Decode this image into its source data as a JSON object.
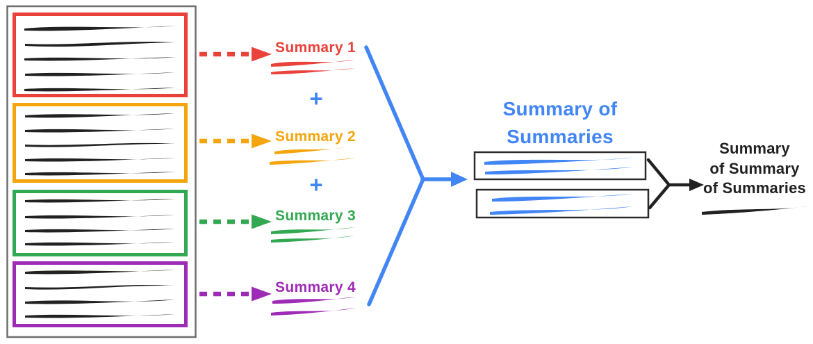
{
  "colors": {
    "red": "#E8423B",
    "yellow": "#F4A50D",
    "green": "#33A852",
    "purple": "#9E2BB5",
    "blue": "#4285F4",
    "ink": "#212121",
    "frame": "#6E6E6E",
    "box_border": "#2B2B2B"
  },
  "source_document": {
    "chunks": [
      {
        "name": "chunk-1",
        "color": "#E8423B",
        "line_count": 5
      },
      {
        "name": "chunk-2",
        "color": "#F4A50D",
        "line_count": 5
      },
      {
        "name": "chunk-3",
        "color": "#33A852",
        "line_count": 4
      },
      {
        "name": "chunk-4",
        "color": "#9E2BB5",
        "line_count": 4
      }
    ]
  },
  "summaries": [
    {
      "label": "Summary 1",
      "color": "#E8423B"
    },
    {
      "label": "Summary 2",
      "color": "#F4A50D"
    },
    {
      "label": "Summary 3",
      "color": "#33A852"
    },
    {
      "label": "Summary 4",
      "color": "#9E2BB5"
    }
  ],
  "operators": {
    "plus": "+"
  },
  "summary_of_summaries": {
    "title_line1": "Summary of",
    "title_line2": "Summaries",
    "box_count": 2
  },
  "final_summary": {
    "line1": "Summary",
    "line2": "of Summary",
    "line3": "of Summaries"
  }
}
